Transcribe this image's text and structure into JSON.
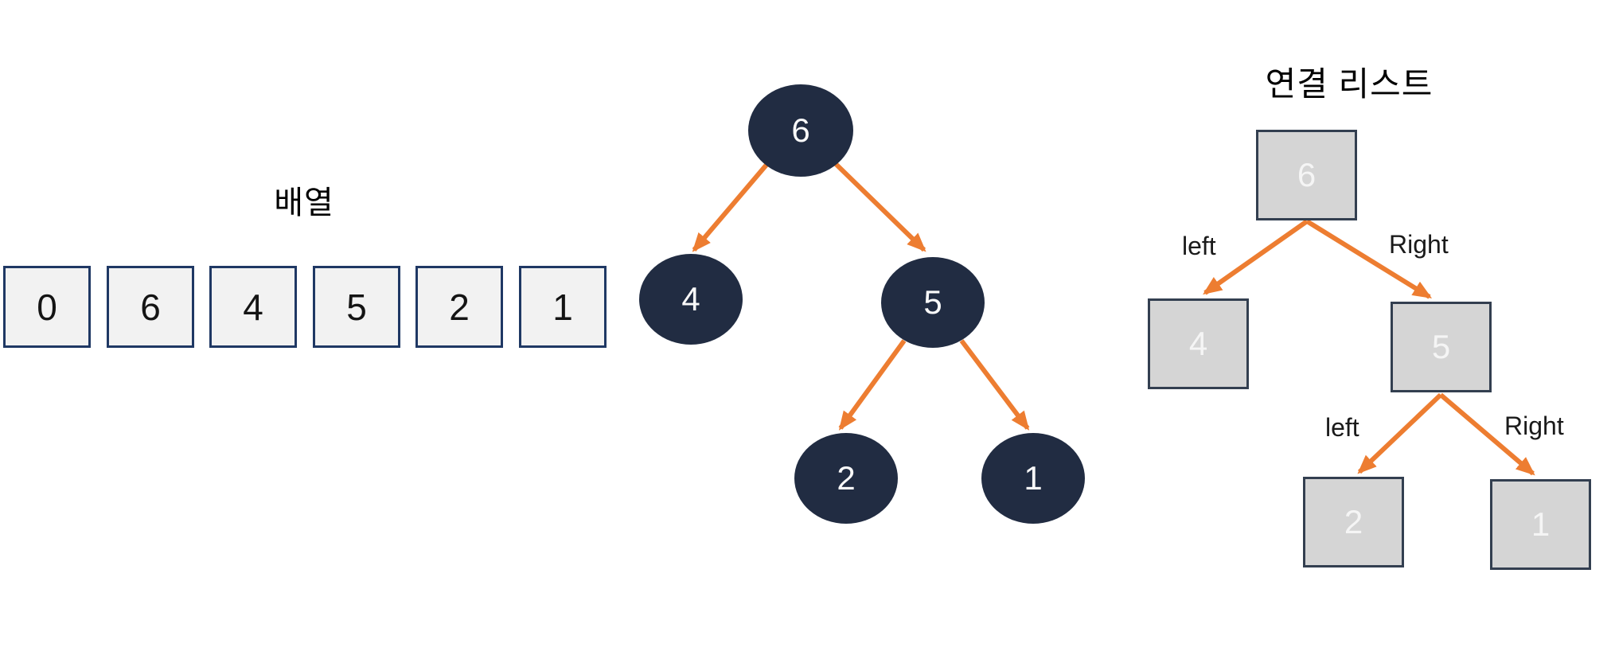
{
  "colors": {
    "node_fill": "#212C42",
    "node_text": "#FAFAFA",
    "arrow_orange": "#ED7D31",
    "array_box_fill": "#F2F2F2",
    "array_box_border": "#1F3864",
    "list_box_fill": "#D5D5D5",
    "list_box_border": "#333F50",
    "list_box_text": "#F5F5F5"
  },
  "array": {
    "title": "배열",
    "cells": [
      "0",
      "6",
      "4",
      "5",
      "2",
      "1"
    ]
  },
  "tree": {
    "nodes": [
      {
        "label": "6",
        "role": "root"
      },
      {
        "label": "4",
        "role": "left-child-of-6"
      },
      {
        "label": "5",
        "role": "right-child-of-6"
      },
      {
        "label": "2",
        "role": "left-child-of-5"
      },
      {
        "label": "1",
        "role": "right-child-of-5"
      }
    ],
    "edges": [
      {
        "from": "6",
        "to": "4"
      },
      {
        "from": "6",
        "to": "5"
      },
      {
        "from": "5",
        "to": "2"
      },
      {
        "from": "5",
        "to": "1"
      }
    ]
  },
  "linked_list": {
    "title": "연결 리스트",
    "nodes": [
      {
        "label": "6"
      },
      {
        "label": "4"
      },
      {
        "label": "5"
      },
      {
        "label": "2"
      },
      {
        "label": "1"
      }
    ],
    "edges": [
      {
        "from": "6",
        "to": "4",
        "label": "left"
      },
      {
        "from": "6",
        "to": "5",
        "label": "Right"
      },
      {
        "from": "5",
        "to": "2",
        "label": "left"
      },
      {
        "from": "5",
        "to": "1",
        "label": "Right"
      }
    ]
  }
}
